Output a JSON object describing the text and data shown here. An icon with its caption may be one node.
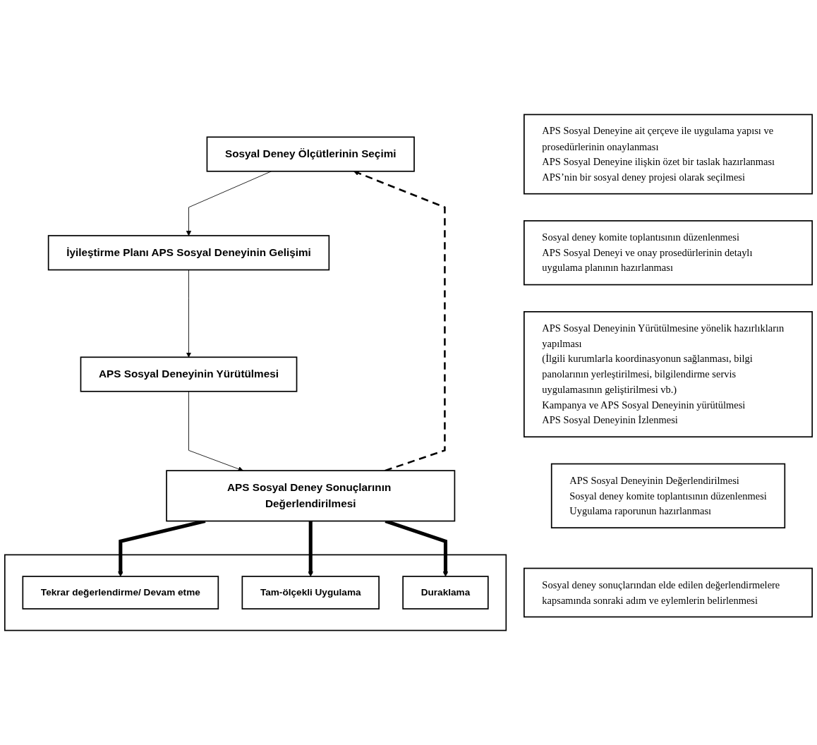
{
  "diagram": {
    "nodes": [
      {
        "text": [
          "Sosyal Deney Ölçütlerinin Seçimi"
        ]
      },
      {
        "text": [
          "APS Sosyal Deneyine ait çerçeve ile uygulama yapısı ve prosedürlerinin onaylanması",
          "APS Sosyal Deneyine ilişkin özet bir taslak hazırlanması",
          "APS’nin bir sosyal deney projesi olarak seçilmesi"
        ]
      },
      {
        "text": [
          "İyileştirme Planı APS Sosyal Deneyinin Gelişimi"
        ]
      },
      {
        "text": [
          "Sosyal deney komite toplantısının düzenlenmesi",
          "APS Sosyal Deneyi ve onay prosedürlerinin detaylı uygulama planının hazırlanması"
        ]
      },
      {
        "text": [
          "APS Sosyal Deneyinin Yürütülmesi"
        ]
      },
      {
        "text": [
          "APS Sosyal Deneyinin Yürütülmesine yönelik hazırlıkların yapılması",
          "(İlgili kurumlarla koordinasyonun sağlanması, bilgi panolarının yerleştirilmesi, bilgilendirme servis uygulamasının geliştirilmesi vb.)",
          "Kampanya ve APS Sosyal Deneyinin yürütülmesi",
          "APS Sosyal Deneyinin İzlenmesi"
        ]
      },
      {
        "text": [
          "APS Sosyal Deney Sonuçlarının Değerlendirilmesi"
        ]
      },
      {
        "text": [
          "APS Sosyal Deneyinin Değerlendirilmesi",
          "Sosyal deney komite toplantısının düzenlenmesi",
          "Uygulama raporunun hazırlanması"
        ]
      },
      {
        "text": [],
        "shape": "box"
      },
      {
        "text": [
          "Tekrar değerlendirme/ Devam etme"
        ],
        "in": 8
      },
      {
        "text": [
          "Tam-ölçekli Uygulama"
        ],
        "in": 8
      },
      {
        "text": [
          "Duraklama"
        ],
        "in": 8
      },
      {
        "text": [
          "Sosyal deney sonuçlarından elde edilen değerlendirmelere kapsamında sonraki adım ve eylemlerin belirlenmesi"
        ]
      }
    ],
    "edges": [
      {
        "from": 0,
        "to": 2,
        "arrow": "to"
      },
      {
        "from": 2,
        "to": 4,
        "arrow": "to"
      },
      {
        "from": 4,
        "to": 6,
        "arrow": "to"
      },
      {
        "from": 6,
        "to": 9,
        "arrow": "to",
        "style": "thick"
      },
      {
        "from": 6,
        "to": 10,
        "arrow": "to",
        "style": "thick"
      },
      {
        "from": 6,
        "to": 11,
        "arrow": "to",
        "style": "thick"
      },
      {
        "from": 6,
        "to": 0,
        "arrow": "to",
        "style": "dashed"
      }
    ]
  }
}
